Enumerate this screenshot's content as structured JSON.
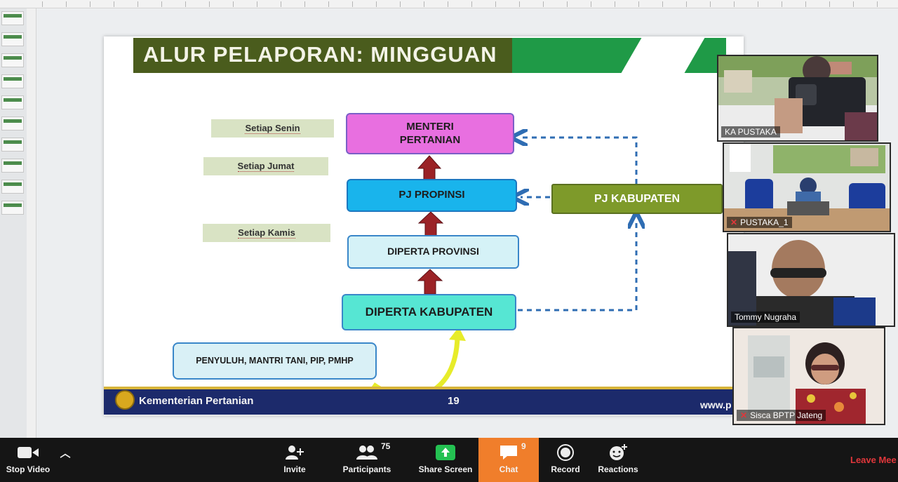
{
  "slide": {
    "title": "ALUR PELAPORAN: MINGGUAN",
    "day_labels": [
      "Setiap Senin",
      "Setiap Jumat",
      "Setiap Kamis"
    ],
    "boxes": {
      "menteri": "MENTERI PERTANIAN",
      "pj_propinsi": "PJ PROPINSI",
      "diperta_provinsi": "DIPERTA PROVINSI",
      "diperta_kabupaten": "DIPERTA KABUPATEN",
      "pj_kabupaten": "PJ KABUPATEN",
      "penyuluh": "PENYULUH, MANTRI TANI, PIP, PMHP"
    },
    "footer": {
      "ministry": "Kementerian Pertanian",
      "page_number": "19",
      "website": "www.p"
    },
    "colors": {
      "title_bar": "#4a5c1d",
      "menteri": "#e86fe0",
      "pj_propinsi": "#19b4ec",
      "diperta_provinsi": "#d5f2f7",
      "diperta_kabupaten": "#56e6d3",
      "pj_kabupaten": "#7e9a2a",
      "arrow_up": "#9b2226",
      "dashed_arrow": "#2f6db3",
      "curved_arrow": "#e7ec2a"
    }
  },
  "participants": [
    {
      "name": "KA PUSTAKA",
      "muted": false
    },
    {
      "name": "PUSTAKA_1",
      "muted": true
    },
    {
      "name": "Tommy Nugraha",
      "muted": false
    },
    {
      "name": "Sisca BPTP Jateng",
      "muted": true
    }
  ],
  "toolbar": {
    "stop_video": "Stop Video",
    "invite": "Invite",
    "participants": "Participants",
    "participants_count": "75",
    "share_screen": "Share Screen",
    "chat": "Chat",
    "chat_count": "9",
    "record": "Record",
    "reactions": "Reactions",
    "leave": "Leave Mee"
  },
  "icons": {
    "video": "video-camera-icon",
    "caret": "chevron-up-icon",
    "invite": "add-user-icon",
    "participants": "people-icon",
    "share": "share-screen-icon",
    "chat": "chat-bubble-icon",
    "record": "record-icon",
    "reactions": "smiley-icon",
    "mic_off": "mic-off-icon"
  }
}
